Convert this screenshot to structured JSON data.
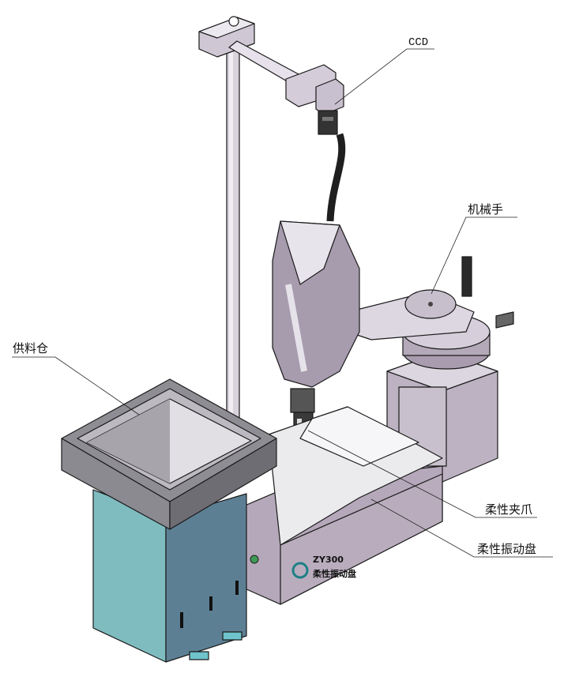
{
  "labels": {
    "ccd": "CCD",
    "robot_arm": "机械手",
    "feeder_bin": "供料仓",
    "flexible_gripper": "柔性夹爪",
    "flexible_vibration_plate": "柔性振动盘"
  },
  "device_marking": {
    "model": "ZY300",
    "name": "柔性振动盘"
  },
  "colors": {
    "machine_body": "#b7a9bd",
    "tray_top": "#e9e9ec",
    "hopper_teal": "#7fbcc0",
    "hopper_dark": "#5d7f93",
    "hopper_frame": "#8a8a90"
  }
}
